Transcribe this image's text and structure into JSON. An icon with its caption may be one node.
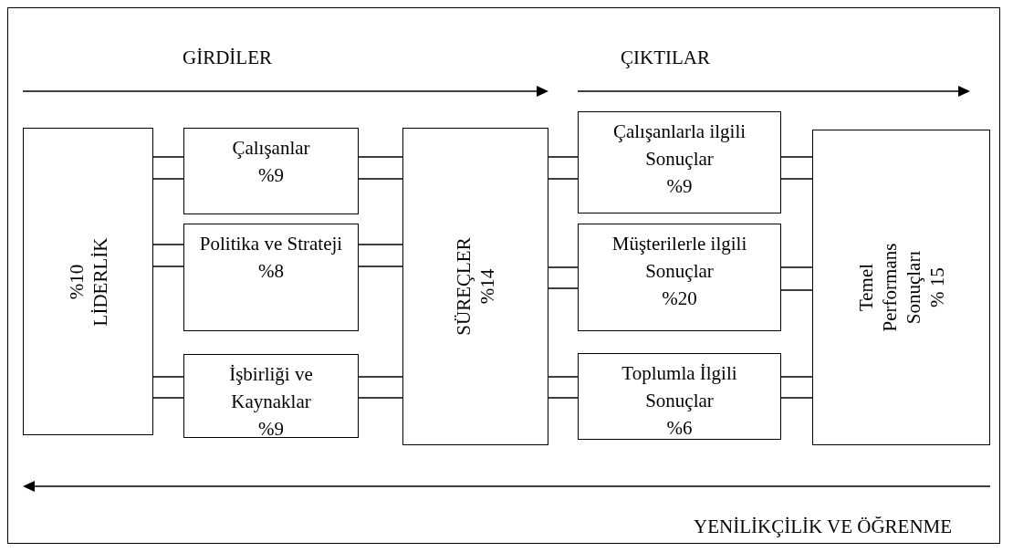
{
  "diagram": {
    "nodes": [
      {
        "text": [
          "%10",
          "LİDERLİK"
        ]
      },
      {
        "text": [
          "Çalışanlar",
          "%9"
        ]
      },
      {
        "text": [
          "Politika ve Strateji",
          "%8"
        ]
      },
      {
        "text": [
          "İşbirliği ve Kaynaklar",
          "%9"
        ]
      },
      {
        "text": [
          "SÜREÇLER",
          "%14"
        ]
      },
      {
        "text": [
          "Çalışanlarla ilgili Sonuçlar",
          "%9"
        ]
      },
      {
        "text": [
          "Müşterilerle ilgili Sonuçlar",
          "%20"
        ]
      },
      {
        "text": [
          "Toplumla İlgili Sonuçlar",
          "%6"
        ]
      },
      {
        "text": [
          "Temel Performans Sonuçları",
          "% 15"
        ]
      }
    ],
    "edges": [
      {
        "from": 0,
        "to": 1,
        "arrow": "none"
      },
      {
        "from": 0,
        "to": 2,
        "arrow": "none"
      },
      {
        "from": 0,
        "to": 3,
        "arrow": "none"
      },
      {
        "from": 1,
        "to": 4,
        "arrow": "none"
      },
      {
        "from": 2,
        "to": 4,
        "arrow": "none"
      },
      {
        "from": 3,
        "to": 4,
        "arrow": "none"
      },
      {
        "from": 4,
        "to": 5,
        "arrow": "none"
      },
      {
        "from": 4,
        "to": 6,
        "arrow": "none"
      },
      {
        "from": 4,
        "to": 7,
        "arrow": "none"
      },
      {
        "from": 5,
        "to": 8,
        "arrow": "none"
      },
      {
        "from": 6,
        "to": 8,
        "arrow": "none"
      },
      {
        "from": 7,
        "to": 8,
        "arrow": "none"
      }
    ],
    "labels": [
      "GİRDİLER",
      "ÇIKTILAR",
      "YENİLİKÇİLİK VE ÖĞRENME"
    ]
  }
}
